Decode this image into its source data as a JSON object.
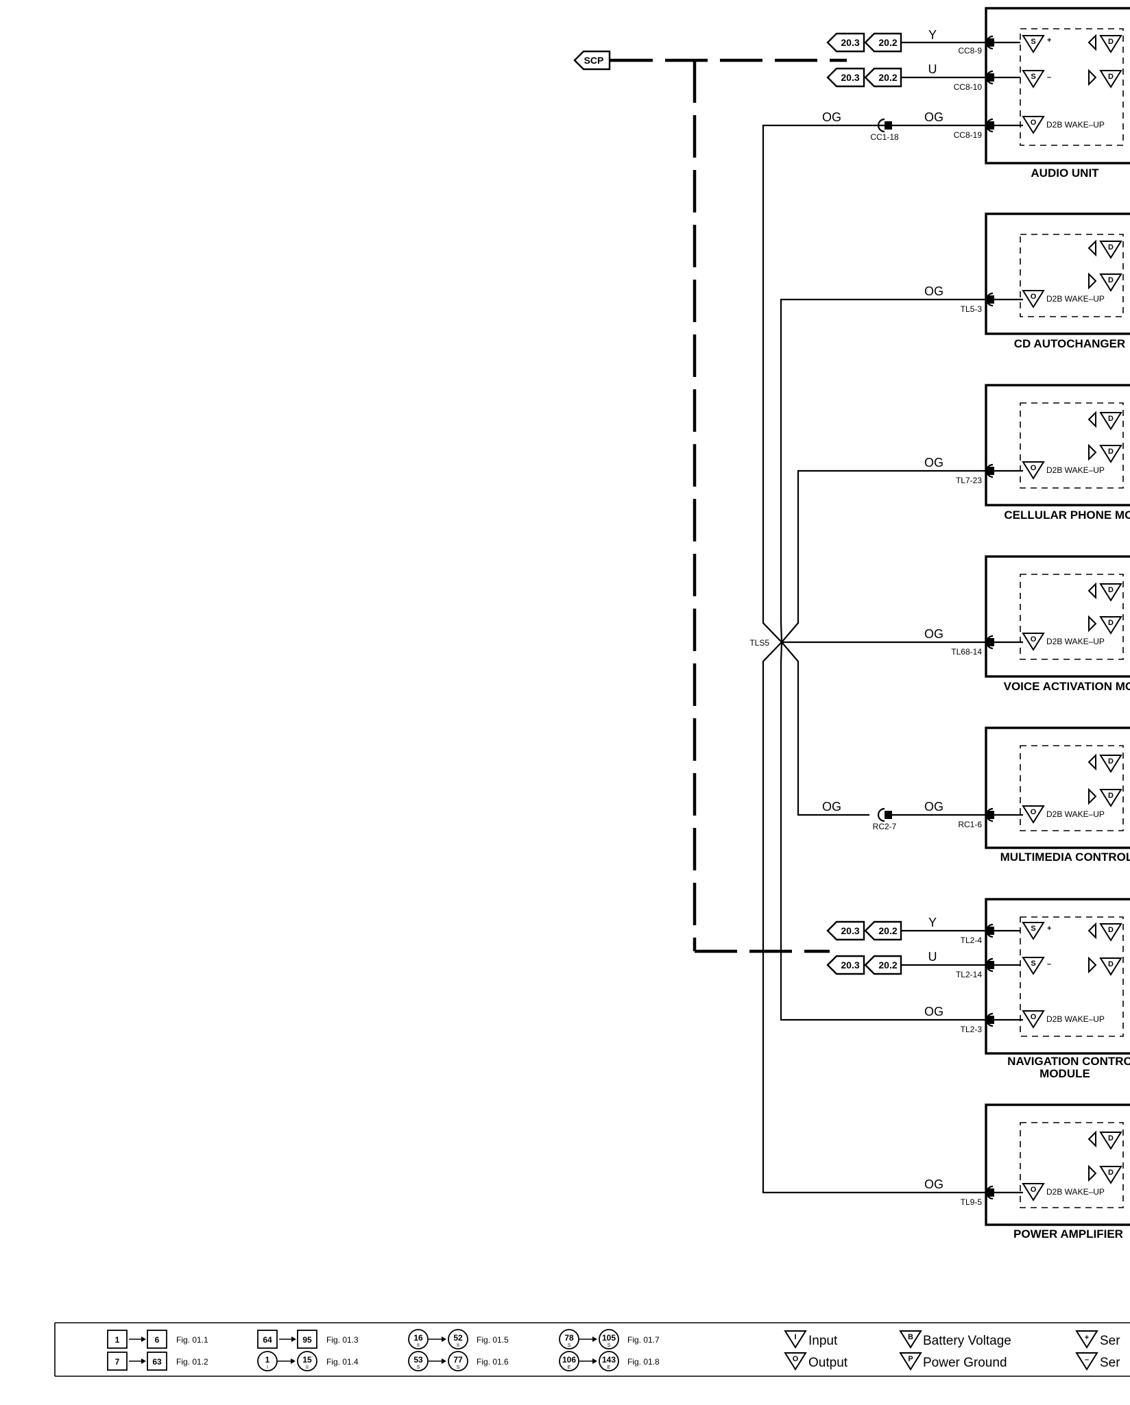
{
  "diagram": {
    "scp_label": "SCP",
    "splice_label": "TLS5",
    "wire_colors": {
      "yellow": "Y",
      "blue": "U",
      "orange": "OG"
    },
    "refs": {
      "a": "20.3",
      "b": "20.2"
    },
    "pin_label_wake": "D2B WAKE–UP",
    "tri_letters": {
      "signal": "S",
      "data": "D",
      "output": "O",
      "plus": "+",
      "minus": "–"
    },
    "modules": [
      {
        "title": "AUDIO UNIT",
        "pins": [
          "CC8-9",
          "CC8-10",
          "CC8-19"
        ],
        "inline_connector": "CC1-18"
      },
      {
        "title": "CD AUTOCHANGER",
        "pins": [
          "TL5-3"
        ]
      },
      {
        "title": "CELLULAR PHONE MOD",
        "pins": [
          "TL7-23"
        ]
      },
      {
        "title": "VOICE ACTIVATION MOD",
        "pins": [
          "TL68-14"
        ]
      },
      {
        "title": "MULTIMEDIA CONTROL I",
        "pins": [
          "RC1-6"
        ],
        "inline_connector": "RC2-7"
      },
      {
        "title": "NAVIGATION CONTRC",
        "title_line2": "MODULE",
        "pins": [
          "TL2-4",
          "TL2-14",
          "TL2-3"
        ]
      },
      {
        "title": "POWER AMPLIFIER",
        "pins": [
          "TL9-5"
        ]
      }
    ]
  },
  "legend": {
    "fig_refs": [
      {
        "from": "1",
        "to": "6",
        "fig": "Fig. 01.1"
      },
      {
        "from": "7",
        "to": "63",
        "fig": "Fig. 01.2"
      },
      {
        "from": "64",
        "to": "95",
        "fig": "Fig. 01.3"
      },
      {
        "from": "1",
        "from_sub": "I",
        "to": "15",
        "to_sub": "II",
        "fig": "Fig. 01.4"
      },
      {
        "from": "16",
        "from_sub": "II",
        "to": "52",
        "to_sub": "II",
        "fig": "Fig. 01.5"
      },
      {
        "from": "53",
        "from_sub": "S",
        "to": "77",
        "to_sub": "S",
        "fig": "Fig. 01.6"
      },
      {
        "from": "78",
        "from_sub": "S",
        "to": "105",
        "to_sub": "S",
        "fig": "Fig. 01.7"
      },
      {
        "from": "106",
        "from_sub": "E",
        "to": "143",
        "to_sub": "E",
        "fig": "Fig. 01.8"
      }
    ],
    "symbols": [
      {
        "letter": "I",
        "label": "Input"
      },
      {
        "letter": "O",
        "label": "Output"
      },
      {
        "letter": "B",
        "label": "Battery Voltage"
      },
      {
        "letter": "P",
        "label": "Power Ground"
      },
      {
        "letter": "+",
        "label": "Ser"
      },
      {
        "letter": "–",
        "label": "Ser"
      }
    ]
  }
}
